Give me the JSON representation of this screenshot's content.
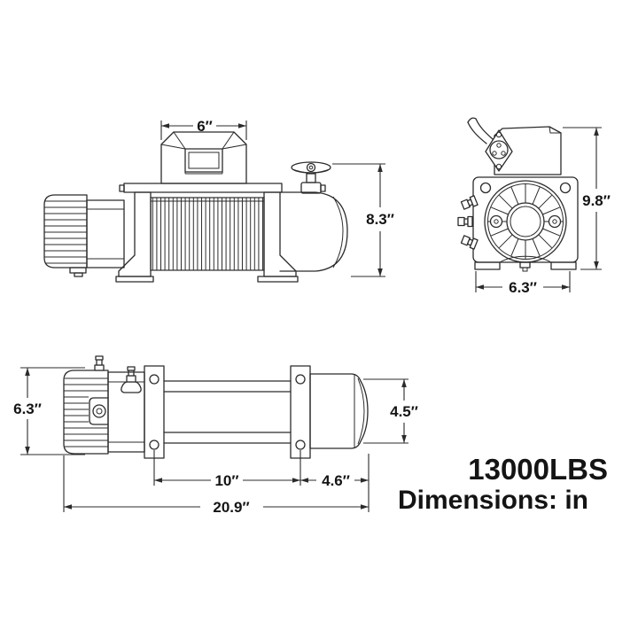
{
  "title": {
    "capacity": "13000LBS",
    "units": "Dimensions: in"
  },
  "dim_labels": {
    "side_width": "6″",
    "side_height": "8.3″",
    "front_height": "9.8″",
    "front_width": "6.3″",
    "top_height": "6.3″",
    "top_drum": "4.5″",
    "top_bolt": "10″",
    "top_end": "4.6″",
    "top_overall": "20.9″"
  },
  "views": {
    "side": "winch side view",
    "front": "winch front view",
    "top": "winch top view"
  },
  "colors": {
    "background": "#ffffff",
    "line": "#2b2b2b",
    "text": "#141414"
  }
}
